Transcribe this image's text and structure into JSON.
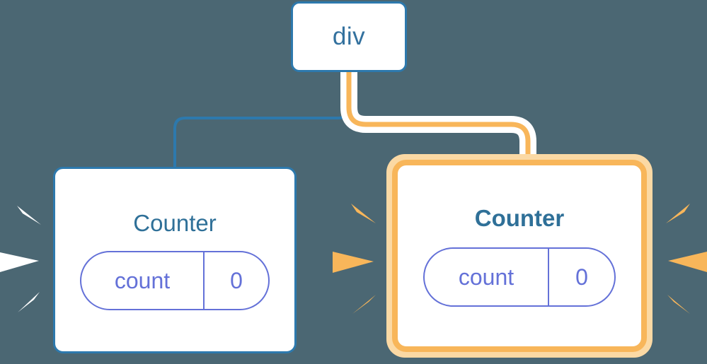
{
  "diagram": {
    "type": "component-tree",
    "background_color": "#4b6773",
    "title": "",
    "nodes": [
      {
        "id": "div",
        "label": "div",
        "kind": "element",
        "highlighted": false,
        "border_color": "#2d79ad",
        "text_color": "#33719e"
      },
      {
        "id": "counter-left",
        "label": "Counter",
        "kind": "component",
        "highlighted": false,
        "border_color": "#2d79ad",
        "text_color": "#2f7098",
        "state": {
          "key": "count",
          "value": "0"
        }
      },
      {
        "id": "counter-right",
        "label": "Counter",
        "kind": "component",
        "highlighted": true,
        "border_color": "#f8b65a",
        "glow_color": "#fbd9a4",
        "text_color": "#2f7098",
        "state": {
          "key": "count",
          "value": "0"
        }
      }
    ],
    "edges": [
      {
        "id": "edge-div-left",
        "from": "div",
        "to": "counter-left",
        "color": "#2d79ad",
        "highlighted": false
      },
      {
        "id": "edge-div-right",
        "from": "div",
        "to": "counter-right",
        "color": "#f8b65a",
        "halo_color": "#ffffff",
        "highlighted": true
      }
    ],
    "sparks": [
      {
        "id": "spark-left",
        "color": "#ffffff",
        "side": "left",
        "target": "counter-left"
      },
      {
        "id": "spark-middle",
        "color": "#f8b65a",
        "side": "left",
        "target": "counter-right"
      },
      {
        "id": "spark-right",
        "color": "#f8b65a",
        "side": "right",
        "target": "counter-right"
      }
    ]
  },
  "colors": {
    "background": "#4b6773",
    "blue": "#2d79ad",
    "blue_text": "#2f7098",
    "orange": "#f8b65a",
    "orange_glow": "#fbd9a4",
    "indigo": "#6471d8",
    "white": "#ffffff"
  }
}
